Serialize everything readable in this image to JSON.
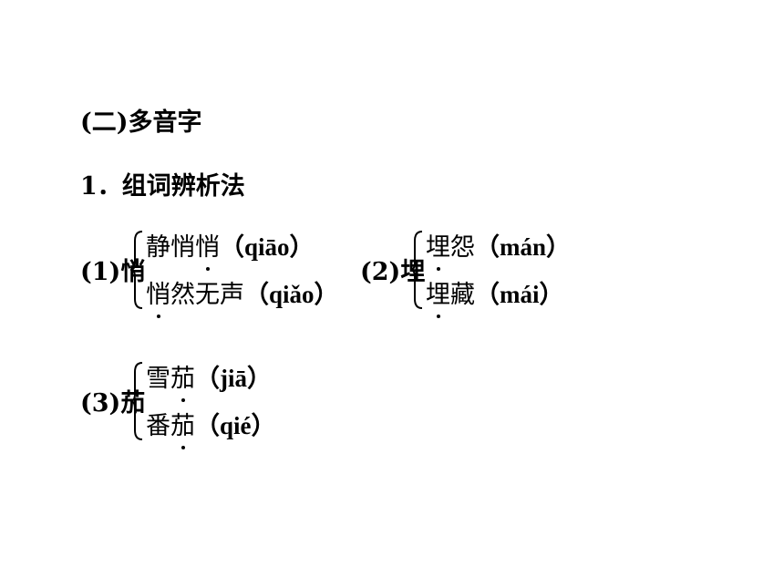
{
  "section": {
    "title": "(二)多音字",
    "subtitle": "1．组词辨析法"
  },
  "groups": [
    {
      "label": "(1)悄",
      "entries": [
        {
          "pre": "静悄",
          "char": "悄",
          "post": "",
          "pinyin": "（qiāo）"
        },
        {
          "pre": "",
          "char": "悄",
          "post": "然无声",
          "pinyin": "（qiǎo）"
        }
      ]
    },
    {
      "label": "(2)埋",
      "entries": [
        {
          "pre": "",
          "char": "埋",
          "post": "怨",
          "pinyin": "（mán）"
        },
        {
          "pre": "",
          "char": "埋",
          "post": "藏",
          "pinyin": "（mái）"
        }
      ]
    },
    {
      "label": "(3)茄",
      "entries": [
        {
          "pre": "雪",
          "char": "茄",
          "post": "",
          "pinyin": "（jiā）"
        },
        {
          "pre": "番",
          "char": "茄",
          "post": "",
          "pinyin": "（qié）"
        }
      ]
    }
  ]
}
